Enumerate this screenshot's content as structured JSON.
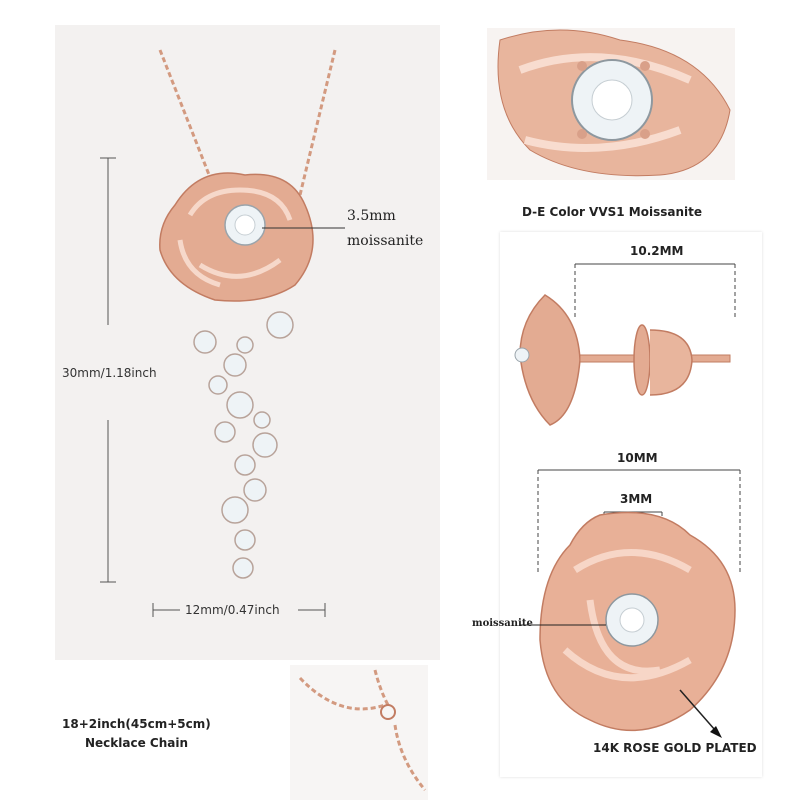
{
  "necklace": {
    "height_label": "30mm/1.18inch",
    "width_label": "12mm/0.47inch",
    "stone_size_label": "3.5mm",
    "stone_name_label": "moissanite"
  },
  "closeup": {
    "caption": "D-E Color VVS1 Moissanite"
  },
  "earring_side": {
    "length_label": "10.2MM"
  },
  "earring_front": {
    "width_label": "10MM",
    "stone_label": "3MM",
    "stone_name_label": "moissanite",
    "plating_label": "14K ROSE GOLD PLATED"
  },
  "chain": {
    "length_label": "18+2inch(45cm+5cm)",
    "caption": "Necklace Chain"
  },
  "colors": {
    "rose_gold": "#e3ab92",
    "rose_gold_dark": "#c27c62",
    "stone": "#eef3f6",
    "panel_bg": "#f3f1f0"
  }
}
